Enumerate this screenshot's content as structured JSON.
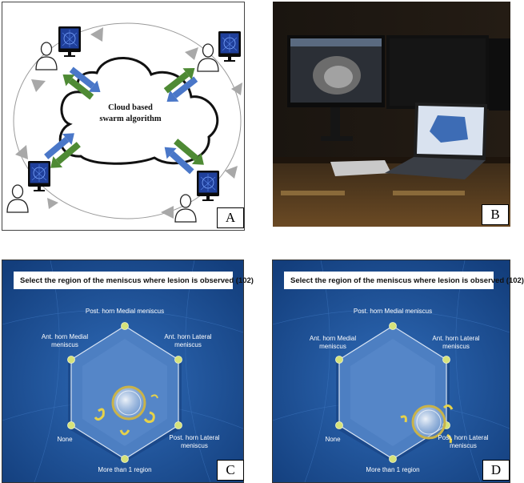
{
  "panels": {
    "a": {
      "label": "A",
      "cloud_text_line1": "Cloud based",
      "cloud_text_line2": "swarm algorithm"
    },
    "b": {
      "label": "B"
    },
    "c": {
      "label": "C",
      "question": "Select the region of the meniscus where lesion is observed (102)",
      "options": {
        "top": "Post. horn Medial meniscus",
        "upper_left_1": "Ant. horn Medial",
        "upper_left_2": "meniscus",
        "upper_right_1": "Ant. horn Lateral",
        "upper_right_2": "meniscus",
        "lower_left": "None",
        "lower_right": "Post. horn Lateral",
        "lower_right_2": "meniscus",
        "bottom": "More than 1 region"
      }
    },
    "d": {
      "label": "D",
      "question": "Select the region of the meniscus where lesion is observed (102)",
      "options": {
        "top": "Post. horn Medial meniscus",
        "upper_left_1": "Ant. horn Medial",
        "upper_left_2": "meniscus",
        "upper_right_1": "Ant. horn Lateral",
        "upper_right_2": "meniscus",
        "lower_left": "None",
        "lower_right": "Post. horn Lateral",
        "lower_right_2": "meniscus",
        "bottom": "More than 1 region"
      }
    }
  },
  "colors": {
    "blue_arrow": "#4a77c8",
    "green_arrow": "#4e8a34",
    "gray_arrow": "#a8a8a8",
    "ui_background": "#1b4e93",
    "hexagon_fill": "#4d7fc2",
    "node_color": "#d6e27a"
  }
}
